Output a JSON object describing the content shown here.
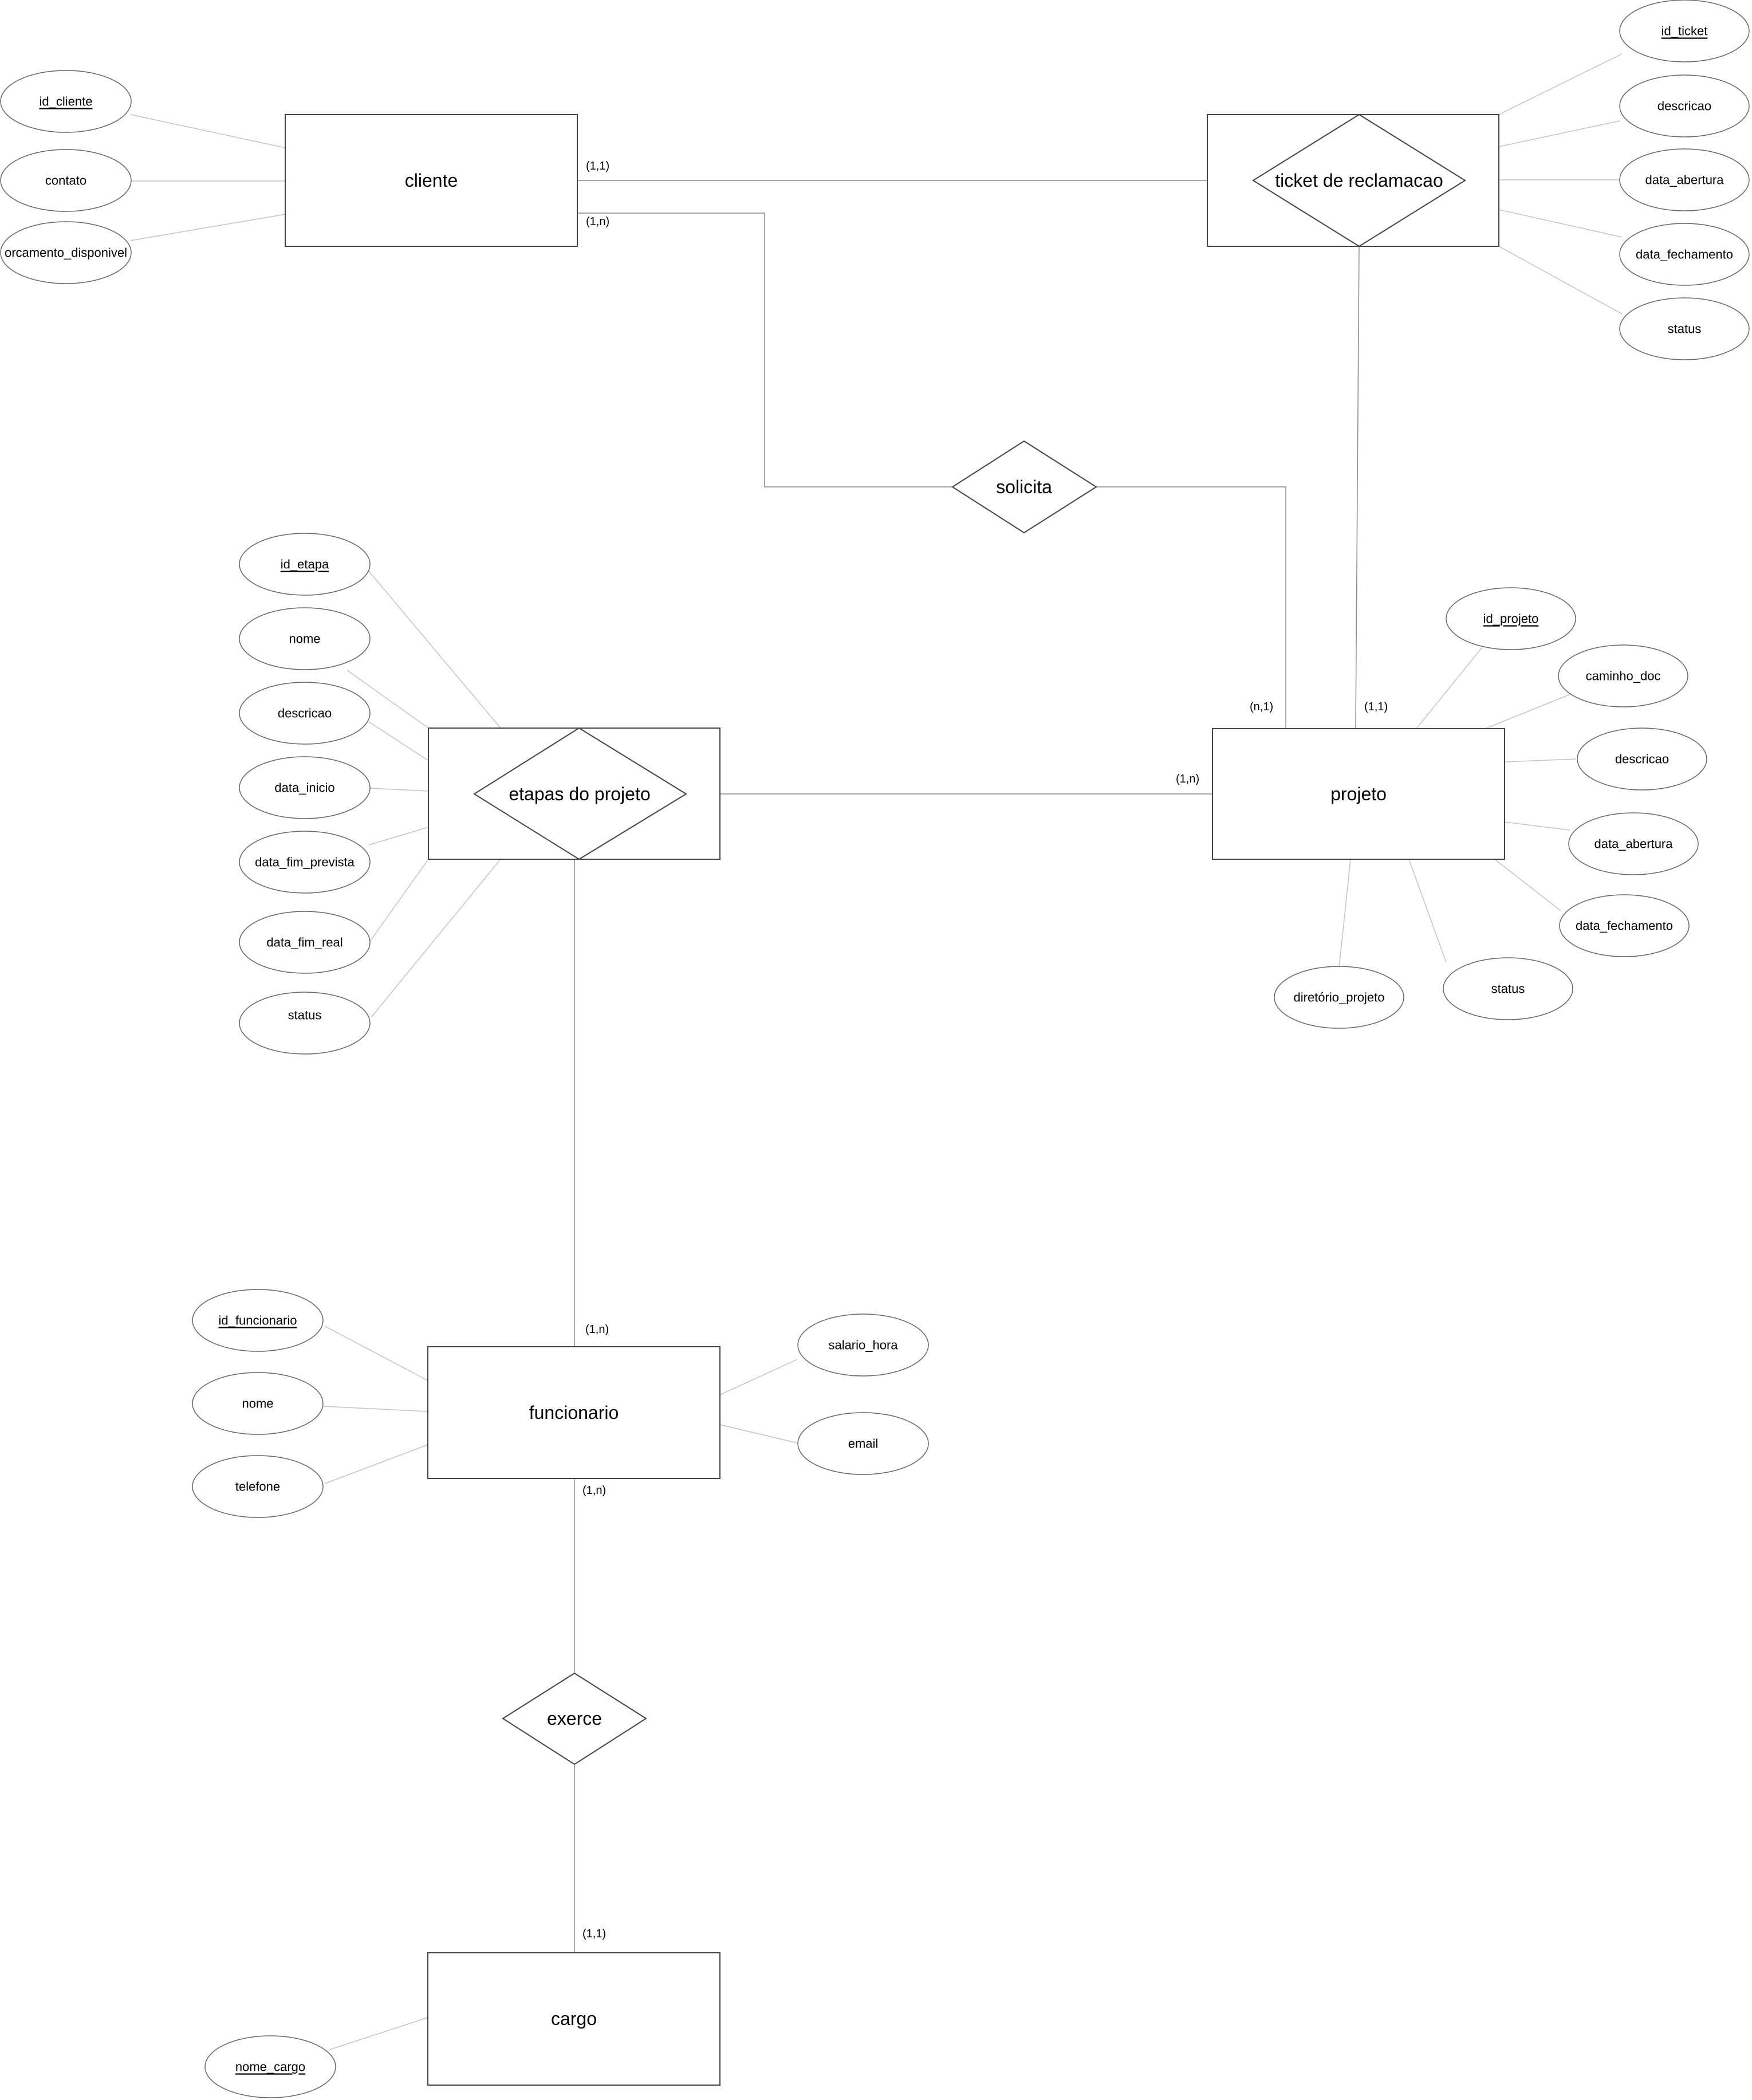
{
  "entities": {
    "cliente": "cliente",
    "ticket": "ticket de reclamacao",
    "etapas": "etapas do projeto",
    "projeto": "projeto",
    "funcionario": "funcionario",
    "cargo": "cargo"
  },
  "relationships": {
    "solicita": "solicita",
    "exerce": "exerce"
  },
  "attributes": {
    "cliente": [
      "id_cliente",
      "contato",
      "orcamento_disponivel"
    ],
    "ticket": [
      "id_ticket",
      "descricao",
      "data_abertura",
      "data_fechamento",
      "status"
    ],
    "etapas": [
      "id_etapa",
      "nome",
      "descricao",
      "data_inicio",
      "data_fim_prevista",
      "data_fim_real",
      "status"
    ],
    "projeto": [
      "id_projeto",
      "caminho_doc",
      "descricao",
      "data_abertura",
      "data_fechamento",
      "status",
      "diretório_projeto"
    ],
    "funcionario": [
      "id_funcionario",
      "nome",
      "telefone",
      "salario_hora",
      "email"
    ],
    "cargo": [
      "nome_cargo"
    ]
  },
  "cardinalities": {
    "cliente_ticket": "(1,1)",
    "cliente_solicita": "(1,n)",
    "projeto_solicita": "(n,1)",
    "projeto_ticket": "(1,1)",
    "projeto_etapas": "(1,n)",
    "funcionario_etapas": "(1,n)",
    "funcionario_exerce": "(1,n)",
    "cargo_exerce": "(1,1)"
  }
}
